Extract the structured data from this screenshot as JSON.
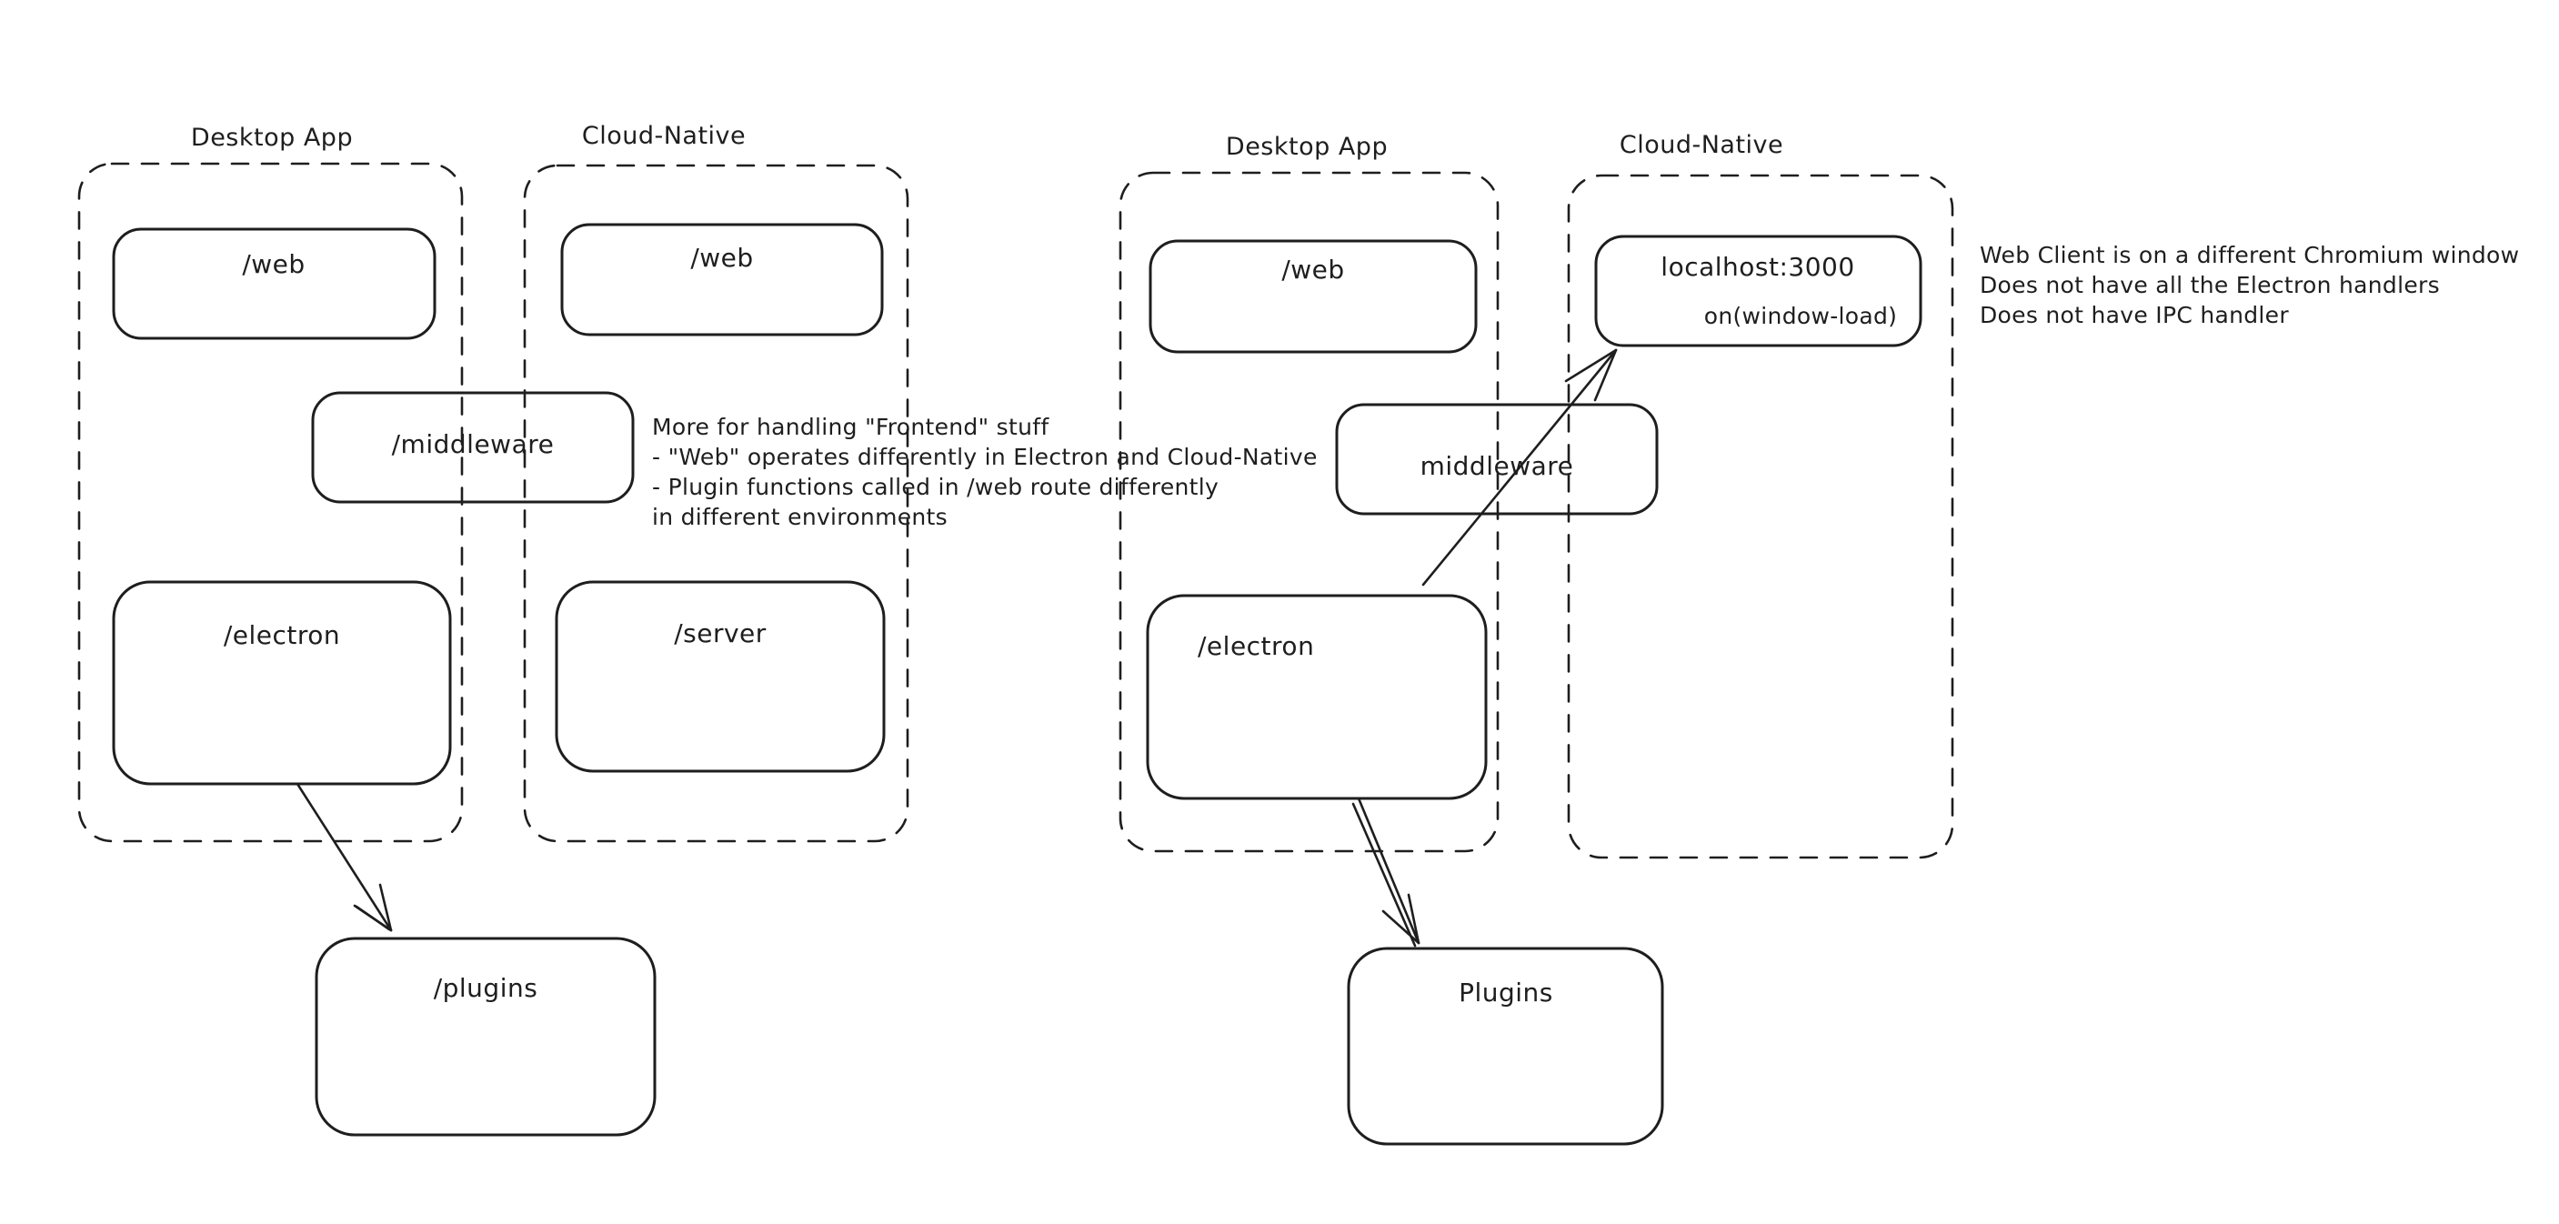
{
  "colors": {
    "ink": "#1e1e1e",
    "green": "#2f9e44",
    "red": "#e03131",
    "background": "#ffffff"
  },
  "left": {
    "desktop_label": "Desktop App",
    "cloud_label": "Cloud-Native",
    "web_desktop": "/web",
    "web_cloud": "/web",
    "middleware": "/middleware",
    "electron": "/electron",
    "server": "/server",
    "plugins": "/plugins",
    "green_note": [
      "More for handling \"Frontend\" stuff",
      "- \"Web\" operates differently in Electron and Cloud-Native",
      "- Plugin functions called in /web route differently",
      "in different environments"
    ]
  },
  "right": {
    "desktop_label": "Desktop App",
    "cloud_label": "Cloud-Native",
    "web": "/web",
    "localhost": "localhost:3000",
    "window_load": "on(window-load)",
    "middleware": "middleware",
    "electron": "/electron",
    "plugins": "Plugins",
    "red_note": [
      "Web Client is on a different Chromium window",
      "Does not have all the Electron handlers",
      "Does not have IPC handler"
    ]
  }
}
